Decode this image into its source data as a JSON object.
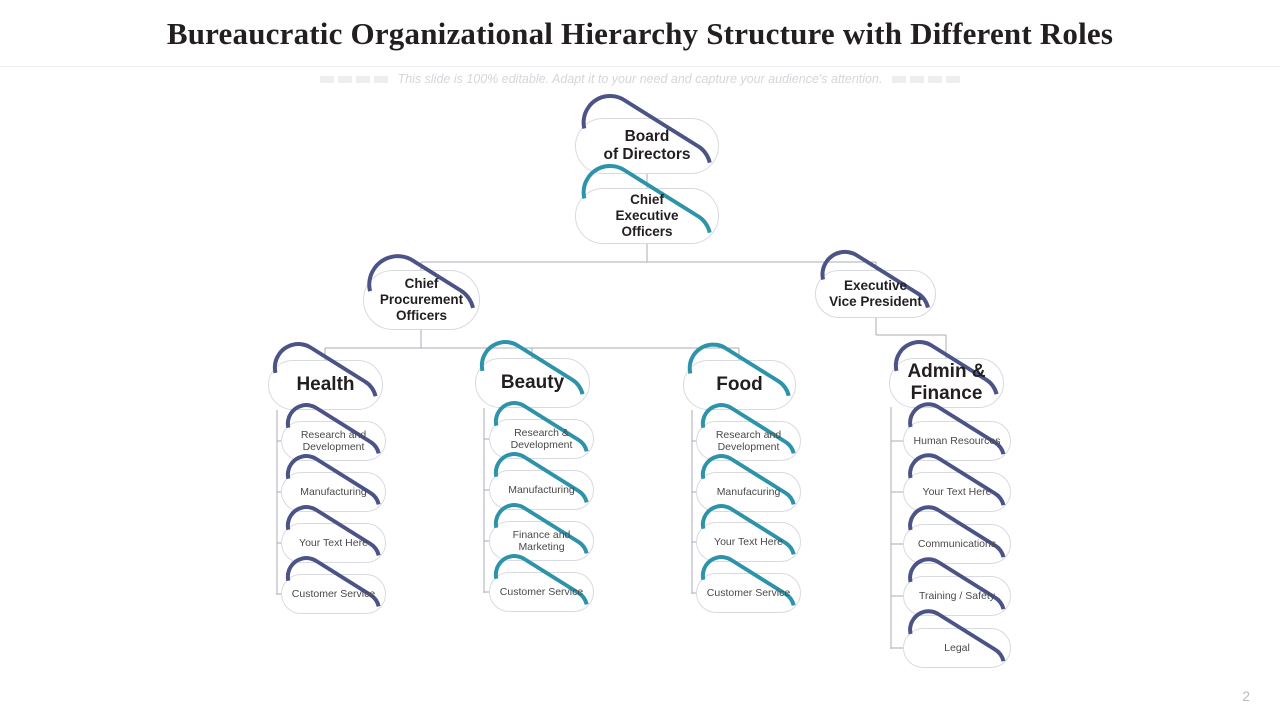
{
  "header": {
    "title": "Bureaucratic Organizational Hierarchy Structure with Different Roles",
    "subtitle": "This slide is 100% editable. Adapt it to your need and capture your audience's attention."
  },
  "page_number": "2",
  "colors": {
    "navy": "#4b5387",
    "teal": "#2d93aa",
    "connector": "#a9acb3",
    "text": "#231f20",
    "leaf_text": "#4a4a4a",
    "outline": "#d8dae0",
    "subtitle_text": "#d4d6da"
  },
  "chart_data": {
    "type": "org-hierarchy",
    "nodes": {
      "board": {
        "label": "Board\nof Directors",
        "accent": "navy"
      },
      "ceo": {
        "label": "Chief\nExecutive\nOfficers",
        "accent": "teal"
      },
      "cpo": {
        "label": "Chief\nProcurement\nOfficers",
        "accent": "navy"
      },
      "evp": {
        "label": "Executive\nVice President",
        "accent": "navy"
      }
    },
    "columns": [
      {
        "key": "health",
        "header": "Health",
        "accent": "navy",
        "items": [
          "Research and Development",
          "Manufacturing",
          "Your Text Here",
          "Customer Service"
        ]
      },
      {
        "key": "beauty",
        "header": "Beauty",
        "accent": "teal",
        "items": [
          "Research & Development",
          "Manufacturing",
          "Finance and Marketing",
          "Customer Service"
        ]
      },
      {
        "key": "food",
        "header": "Food",
        "accent": "teal",
        "items": [
          "Research and Development",
          "Manufacuring",
          "Your Text Here",
          "Customer Service"
        ]
      },
      {
        "key": "admin",
        "header": "Admin & Finance",
        "accent": "navy",
        "items": [
          "Human Resources",
          "Your Text Here",
          "Communications",
          "Training / Safety",
          "Legal"
        ]
      }
    ],
    "edges": [
      "board-ceo",
      "ceo-cpo",
      "ceo-evp",
      "cpo-health",
      "cpo-beauty",
      "cpo-food",
      "evp-admin",
      "health-items",
      "beauty-items",
      "food-items",
      "admin-items"
    ]
  }
}
